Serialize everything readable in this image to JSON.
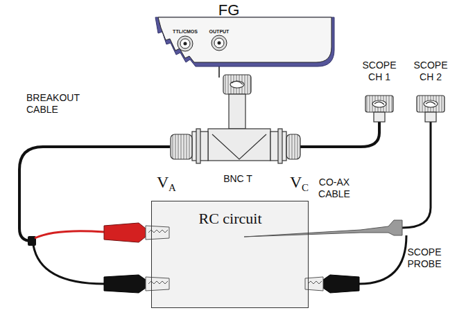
{
  "diagram": {
    "nodes": [
      {
        "text": [
          "FG",
          "TTL/CMOS",
          "OUTPUT"
        ]
      },
      {
        "text": [
          "RC circuit"
        ]
      }
    ],
    "labels": [
      "BREAKOUT CABLE",
      "BNC T",
      "SCOPE CH 1",
      "SCOPE CH 2",
      "CO-AX CABLE",
      "V",
      "A",
      "V",
      "C",
      "SCOPE PROBE"
    ]
  }
}
